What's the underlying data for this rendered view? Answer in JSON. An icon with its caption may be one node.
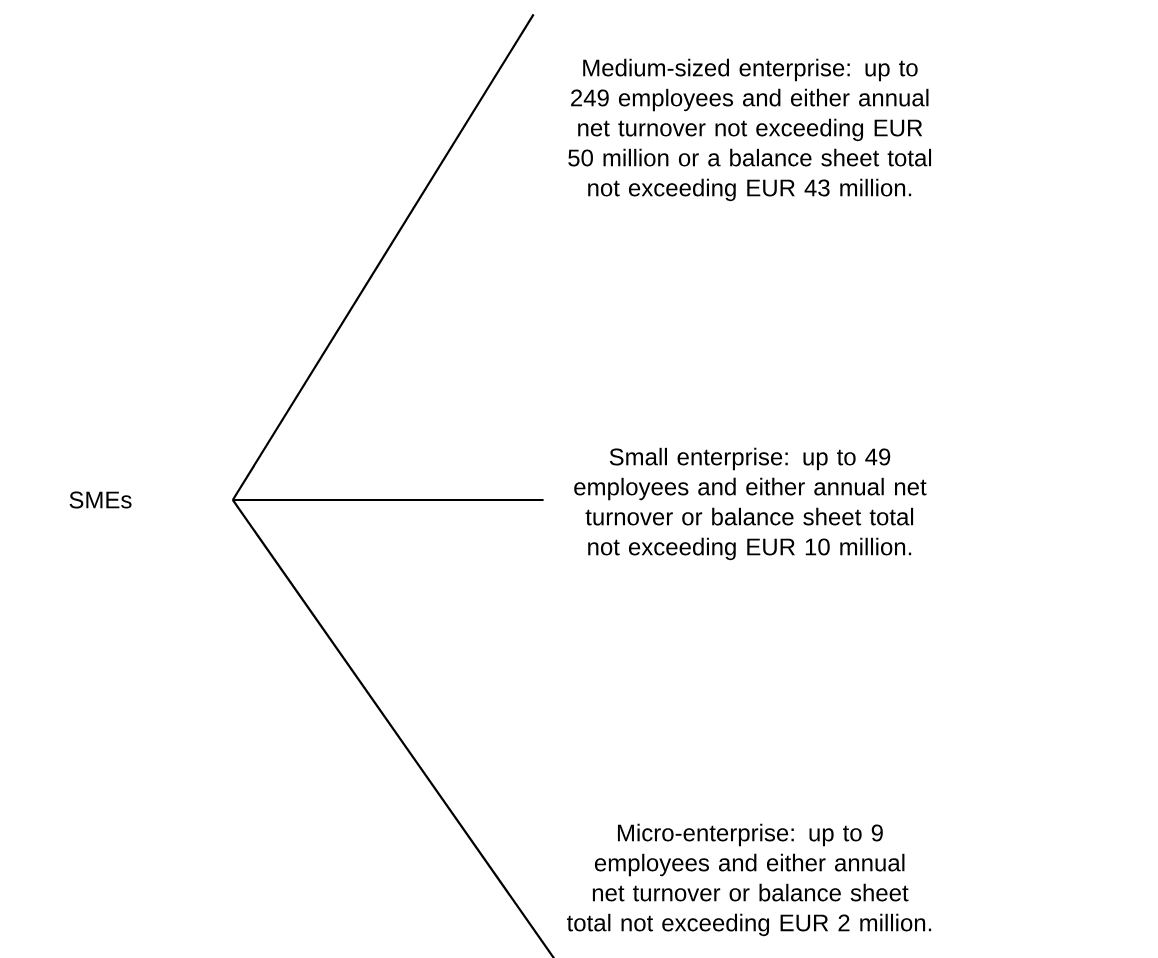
{
  "diagram": {
    "nodes": [
      {
        "text": [
          "SMEs"
        ]
      },
      {
        "text": [
          "Medium-sized enterprise: up to 249 employees and either annual net turnover not exceeding EUR 50 million or a balance sheet total not exceeding EUR 43 million."
        ]
      },
      {
        "text": [
          "Small enterprise: up to 49 employees and either annual net turnover or balance sheet total not exceeding EUR 10 million."
        ]
      },
      {
        "text": [
          "Micro-enterprise: up to 9 employees and either annual net turnover or balance sheet total not exceeding EUR 2 million."
        ]
      }
    ],
    "edges": [
      {
        "from": 0,
        "to": 1,
        "arrow": "none"
      },
      {
        "from": 0,
        "to": 2,
        "arrow": "none"
      },
      {
        "from": 0,
        "to": 3,
        "arrow": "none"
      }
    ]
  }
}
